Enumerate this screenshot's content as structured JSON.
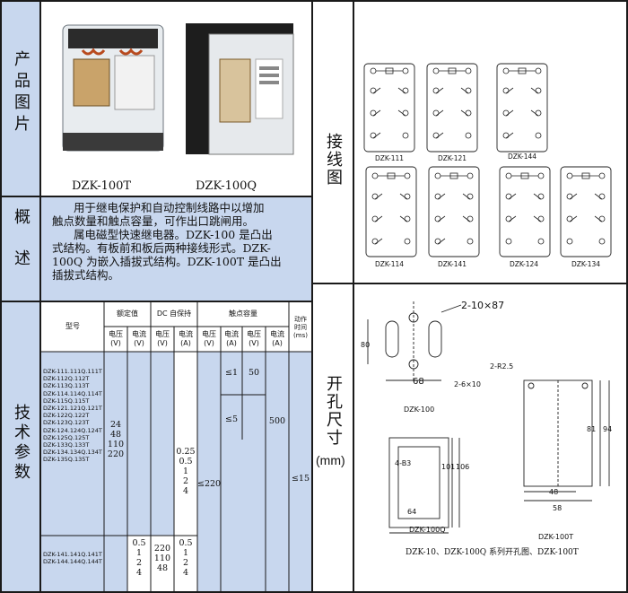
{
  "sections": {
    "photo_label": "产品图片",
    "overview_label": "概述",
    "params_label": "技术参数",
    "wiring_label": "接线图",
    "cutout_label": "开孔尺寸",
    "cutout_unit": "(mm)"
  },
  "photos": {
    "left_caption": "DZK-100T",
    "right_caption": "DZK-100Q"
  },
  "overview": {
    "para1_line1": "用于继电保护和自动控制线路中以增加",
    "para1_line2": "触点数量和触点容量，可作出口跳闸用。",
    "para2_line1": "属电磁型快速继电器。DZK-100 是凸出",
    "para2_line2": "式结构。有板前和板后两种接线形式。DZK-",
    "para2_line3": "100Q 为嵌入插拔式结构。DZK-100T 是凸出",
    "para2_line4": "插拔式结构。"
  },
  "table": {
    "h_model": "型号",
    "h_rated": "额定值",
    "h_dc_hold": "DC 自保持",
    "h_contact": "触点容量",
    "h_action_line1": "动作",
    "h_action_line2": "时间",
    "h_action_line3": "(ms)",
    "h_voltage": "电压",
    "h_current": "电流",
    "u_v": "(V)",
    "u_a": "(A)",
    "models_group1": [
      "DZK-111.111Q.111T",
      "DZK-112Q.112T",
      "DZK-113Q.113T",
      "DZK-114.114Q.114T",
      "DZK-115Q.115T",
      "DZK-121.121Q.121T",
      "DZK-122Q.122T",
      "DZK-123Q.123T",
      "DZK-124.124Q.124T",
      "DZK-125Q.125T",
      "DZK-133Q.133T",
      "DZK-134.134Q.134T",
      "DZK-135Q.135T"
    ],
    "models_group2": [
      "DZK-141.141Q.141T",
      "DZK-144.144Q.144T"
    ],
    "rated_voltage": [
      "24",
      "48",
      "110",
      "220"
    ],
    "hold_current_g1": [
      "0.25",
      "0.5",
      "1",
      "2",
      "4"
    ],
    "contact_v_le1": "≤1",
    "contact_v_50": "50",
    "contact_v_le5": "≤5",
    "contact_a_500": "500",
    "contact_v_220": "≤220",
    "action_time": "≤15",
    "rated_current_g2": [
      "0.5",
      "1",
      "2",
      "4"
    ],
    "hold_voltage_g2": [
      "220",
      "110",
      "48"
    ],
    "hold_current_g2": [
      "0.5",
      "1",
      "2",
      "4"
    ]
  },
  "wiring": {
    "labels_row1": [
      "DZK-111",
      "DZK-121",
      "DZK-144"
    ],
    "labels_row2": [
      "DZK-114",
      "DZK-141",
      "DZK-124",
      "DZK-134"
    ]
  },
  "cutout": {
    "dim_2x10x87": "2-10×87",
    "dim_80": "80",
    "dim_68": "68",
    "dim_2x6x10": "2-6×10",
    "cap_dzk100": "DZK-100",
    "dim_2r25": "2-R2.5",
    "dim_81": "81",
    "dim_94": "94",
    "dim_4b3": "4-B3",
    "dim_101": "101",
    "dim_106": "106",
    "dim_64": "64",
    "cap_dzk100q": "DZK-100Q",
    "dim_48": "48",
    "dim_58": "58",
    "cap_dzk100t": "DZK-100T",
    "footer": "DZK-10、DZK-100Q 系列开孔图、DZK-100T"
  }
}
